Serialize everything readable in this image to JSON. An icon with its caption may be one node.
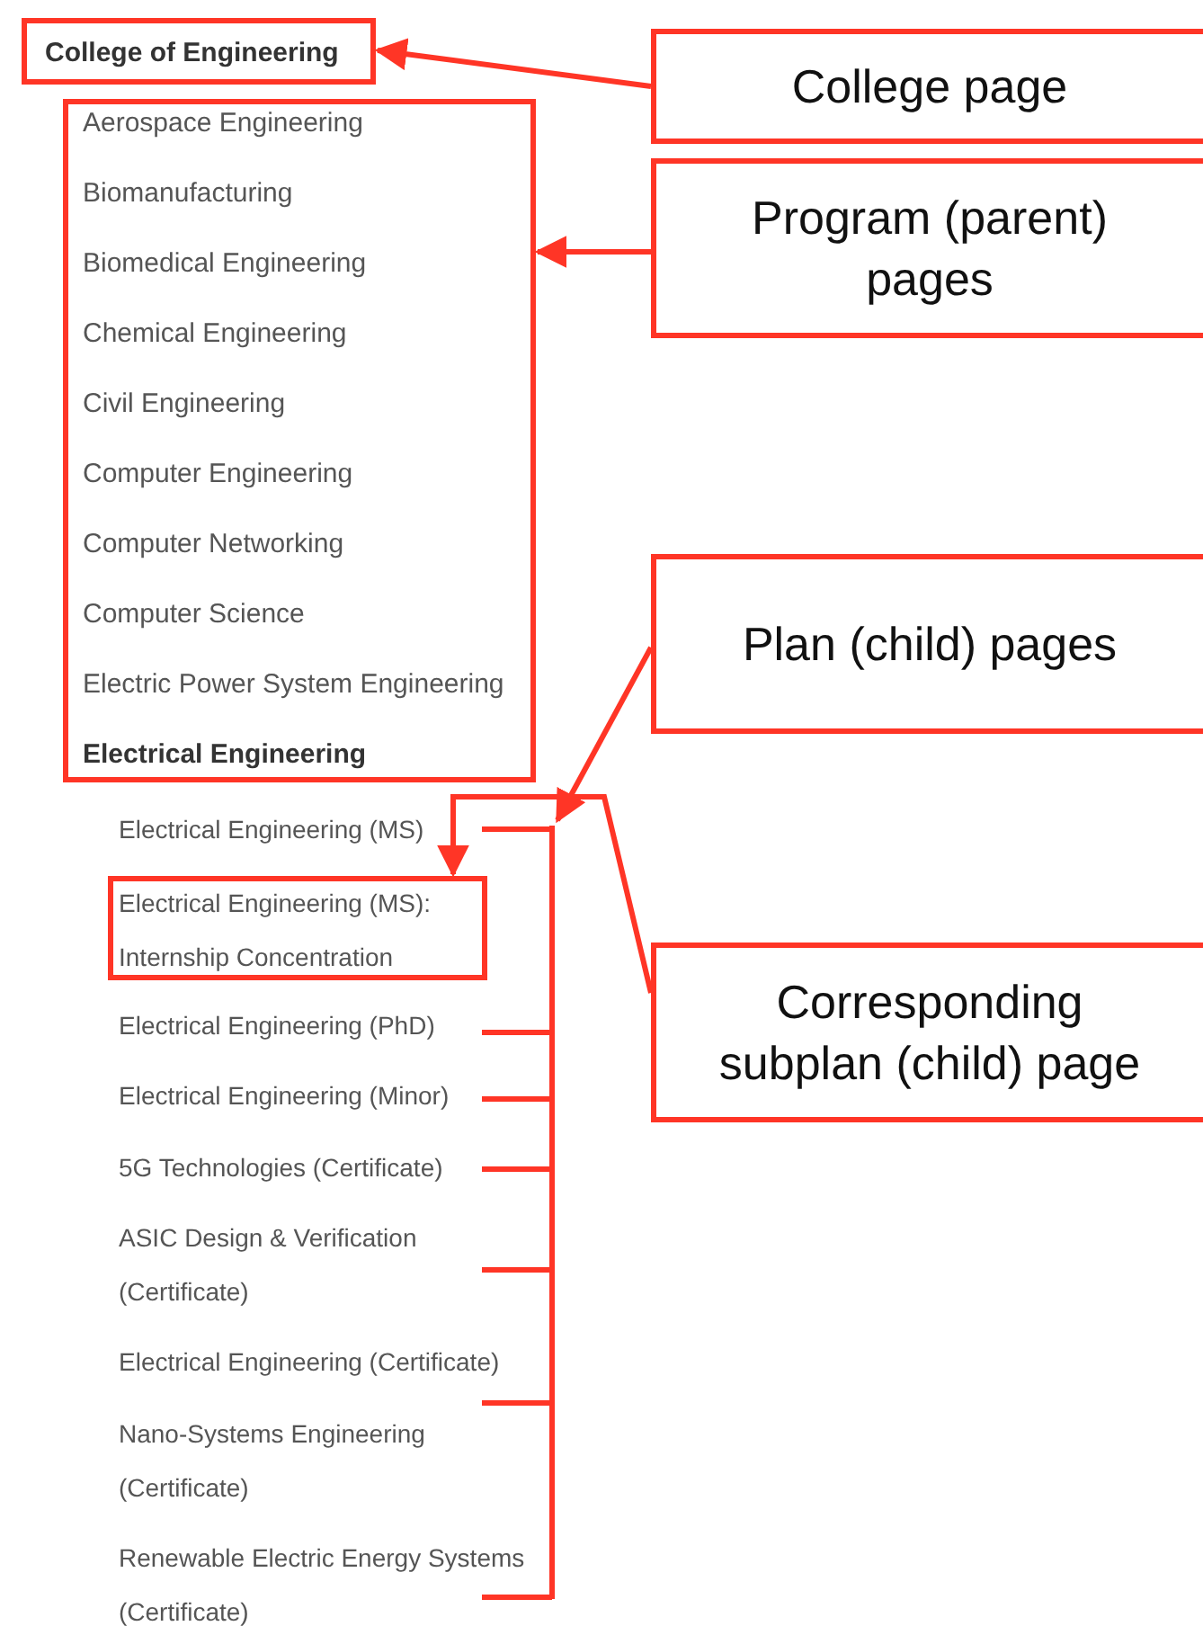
{
  "diagram": {
    "nodes": [
      {
        "text": [
          "College of Engineering"
        ]
      },
      {
        "text": [
          "College page"
        ]
      },
      {
        "text": [
          "Aerospace Engineering",
          "Biomanufacturing",
          "Biomedical Engineering",
          "Chemical Engineering",
          "Civil Engineering",
          "Computer Engineering",
          "Computer Networking",
          "Computer Science",
          "Electric Power System Engineering",
          "Electrical Engineering"
        ]
      },
      {
        "text": [
          "Program (parent) pages"
        ]
      },
      {
        "text": [
          "Plan (child) pages"
        ]
      },
      {
        "text": [],
        "shape": "bar"
      },
      {
        "text": [
          "Electrical Engineering (MS): Internship Concentration"
        ]
      },
      {
        "text": [
          "Corresponding subplan (child) page"
        ]
      }
    ],
    "edges": [
      {
        "from": 1,
        "to": 0,
        "arrow": "to"
      },
      {
        "from": 3,
        "to": 2,
        "arrow": "to"
      },
      {
        "from": 4,
        "to": 5,
        "arrow": "to"
      },
      {
        "from": 7,
        "to": 6,
        "arrow": "to"
      }
    ],
    "labels": [
      "Electrical Engineering (MS)",
      "Electrical Engineering (PhD)",
      "Electrical Engineering (Minor)",
      "5G Technologies (Certificate)",
      "ASIC Design & Verification (Certificate)",
      "Electrical Engineering (Certificate)",
      "Nano-Systems Engineering (Certificate)",
      "Renewable Electric Energy Systems (Certificate)"
    ]
  }
}
